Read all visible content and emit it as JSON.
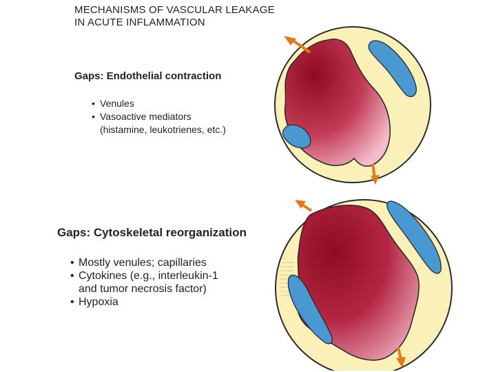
{
  "title": {
    "line1": "MECHANISMS OF VASCULAR LEAKAGE",
    "line2": "IN ACUTE INFLAMMATION"
  },
  "panel1": {
    "heading": "Gaps: Endothelial contraction",
    "items": [
      {
        "text": "Venules"
      },
      {
        "text": "Vasoactive mediators",
        "continuation": "(histamine, leukotrienes, etc.)"
      }
    ]
  },
  "panel2": {
    "heading": "Gaps: Cytoskeletal reorganization",
    "items": [
      {
        "text": "Mostly venules; capillaries"
      },
      {
        "text": "Cytokines (e.g., interleukin-1",
        "continuation": "and tumor necrosis factor)"
      },
      {
        "text": "Hypoxia"
      }
    ]
  },
  "bullet": "•",
  "colors": {
    "vessel_wall": "#fbf1b8",
    "cell_outline": "#2a2a2a",
    "lumen_dark": "#9c0f24",
    "lumen_light": "#f3b3c3",
    "nucleus": "#4a98d2",
    "arrow": "#e07b1e"
  },
  "icons": {
    "leak_arrow": "orange-arrow-icon"
  }
}
